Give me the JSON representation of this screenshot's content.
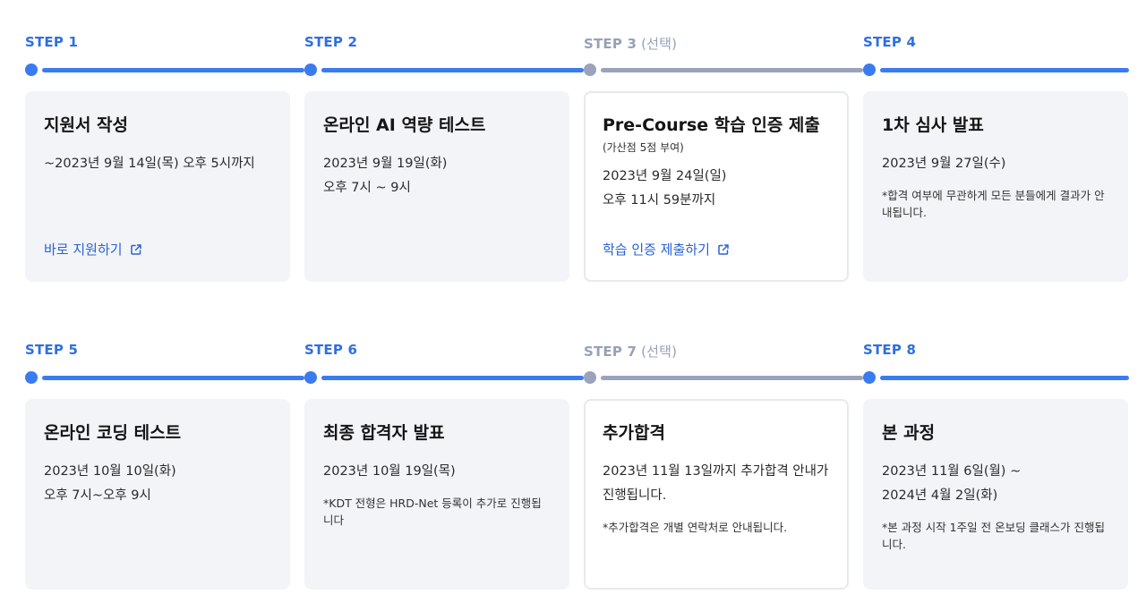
{
  "colors": {
    "accent": "#3a7bf0",
    "optional": "#9aa3bb",
    "link": "#2a62d1",
    "card_bg": "#f2f4f8"
  },
  "steps": [
    {
      "label": "STEP 1",
      "title": "지원서 작성",
      "lines": [
        "~2023년 9월 14일(목) 오후 5시까지"
      ],
      "link": "바로 지원하기"
    },
    {
      "label": "STEP 2",
      "title": "온라인 AI 역량 테스트",
      "lines": [
        "2023년 9월 19일(화)",
        "오후 7시 ~ 9시"
      ]
    },
    {
      "label": "STEP 3",
      "label_suffix": " (선택)",
      "title": "Pre-Course 학습 인증 제출",
      "subtitle": "(가산점 5점 부여)",
      "lines": [
        "2023년 9월 24일(일)",
        "오후 11시 59분까지"
      ],
      "link": "학습 인증 제출하기"
    },
    {
      "label": "STEP 4",
      "title": "1차 심사 발표",
      "lines": [
        "2023년 9월 27일(수)"
      ],
      "note": "*합격 여부에 무관하게 모든 분들에게 결과가 안내됩니다."
    },
    {
      "label": "STEP 5",
      "title": "온라인 코딩 테스트",
      "lines": [
        "2023년 10월 10일(화)",
        "오후 7시~오후 9시"
      ]
    },
    {
      "label": "STEP 6",
      "title": "최종 합격자 발표",
      "lines": [
        "2023년 10월 19일(목)"
      ],
      "note": "*KDT 전형은 HRD-Net 등록이 추가로 진행됩니다"
    },
    {
      "label": "STEP 7",
      "label_suffix": " (선택)",
      "title": "추가합격",
      "lines": [
        "2023년 11월 13일까지 추가합격 안내가 진행됩니다."
      ],
      "note": "*추가합격은 개별 연락처로 안내됩니다."
    },
    {
      "label": "STEP 8",
      "title": "본 과정",
      "lines": [
        "2023년 11월 6일(월) ~",
        "2024년 4월 2일(화)"
      ],
      "note": "*본 과정 시작 1주일 전 온보딩 클래스가 진행됩니다."
    }
  ]
}
